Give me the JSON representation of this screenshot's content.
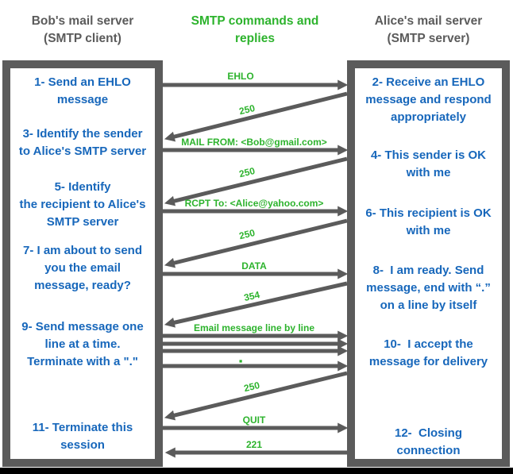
{
  "title": "SMTP client-server command sequence diagram",
  "colors": {
    "background": "#ffffff",
    "box_border": "#5b5b5b",
    "arrow": "#5b5b5b",
    "step_text_blue": "#1767bb",
    "label_green": "#2db32d",
    "header_gray": "#5b5b5b",
    "bottom_bar": "#000000"
  },
  "headers": {
    "client": {
      "lines": [
        "Bob's mail server",
        "(SMTP client)"
      ]
    },
    "middle": {
      "lines": [
        "SMTP commands and",
        "replies"
      ]
    },
    "server": {
      "lines": [
        "Alice's mail server",
        "(SMTP server)"
      ]
    }
  },
  "client_box": {
    "steps": [
      {
        "lines": [
          "1- Send an EHLO",
          "message"
        ]
      },
      {
        "lines": [
          "3- Identify the sender",
          "to Alice's SMTP server"
        ]
      },
      {
        "lines": [
          "5- Identify",
          "the recipient to Alice's",
          "SMTP server"
        ]
      },
      {
        "lines": [
          "7- I am about to send",
          "you the email",
          "message, ready?"
        ]
      },
      {
        "lines": [
          "9- Send message one",
          "line at a time.",
          "Terminate with a \".\""
        ]
      },
      {
        "lines": [
          "11- Terminate this",
          "session"
        ]
      }
    ]
  },
  "server_box": {
    "steps": [
      {
        "lines": [
          "2- Receive an EHLO",
          "message and respond",
          "appropriately"
        ]
      },
      {
        "lines": [
          "4- This sender is OK",
          "with me"
        ]
      },
      {
        "lines": [
          "6- This recipient is OK",
          "with me"
        ]
      },
      {
        "lines": [
          "8-  I am ready. Send",
          "message, end with “.”",
          "on a line by itself"
        ]
      },
      {
        "lines": [
          "10-  I accept the",
          "message for delivery"
        ]
      },
      {
        "lines": [
          "12-  Closing",
          "connection"
        ]
      }
    ]
  },
  "messages": [
    {
      "n": 1,
      "label": "EHLO",
      "direction": "client-to-server"
    },
    {
      "n": 2,
      "label": "250",
      "direction": "server-to-client"
    },
    {
      "n": 3,
      "label": "MAIL FROM: <Bob@gmail.com>",
      "direction": "client-to-server"
    },
    {
      "n": 4,
      "label": "250",
      "direction": "server-to-client"
    },
    {
      "n": 5,
      "label": "RCPT To: <Alice@yahoo.com>",
      "direction": "client-to-server"
    },
    {
      "n": 6,
      "label": "250",
      "direction": "server-to-client"
    },
    {
      "n": 7,
      "label": "DATA",
      "direction": "client-to-server"
    },
    {
      "n": 8,
      "label": "354",
      "direction": "server-to-client"
    },
    {
      "n": 9,
      "label": "Email message line by line",
      "direction": "client-to-server"
    },
    {
      "n": 10,
      "label": "",
      "direction": "client-to-server"
    },
    {
      "n": 11,
      "label": "",
      "direction": "client-to-server"
    },
    {
      "n": 12,
      "label": "▪",
      "direction": "client-to-server"
    },
    {
      "n": 13,
      "label": "250",
      "direction": "server-to-client"
    },
    {
      "n": 14,
      "label": "QUIT",
      "direction": "client-to-server"
    },
    {
      "n": 15,
      "label": "221",
      "direction": "server-to-client"
    }
  ]
}
